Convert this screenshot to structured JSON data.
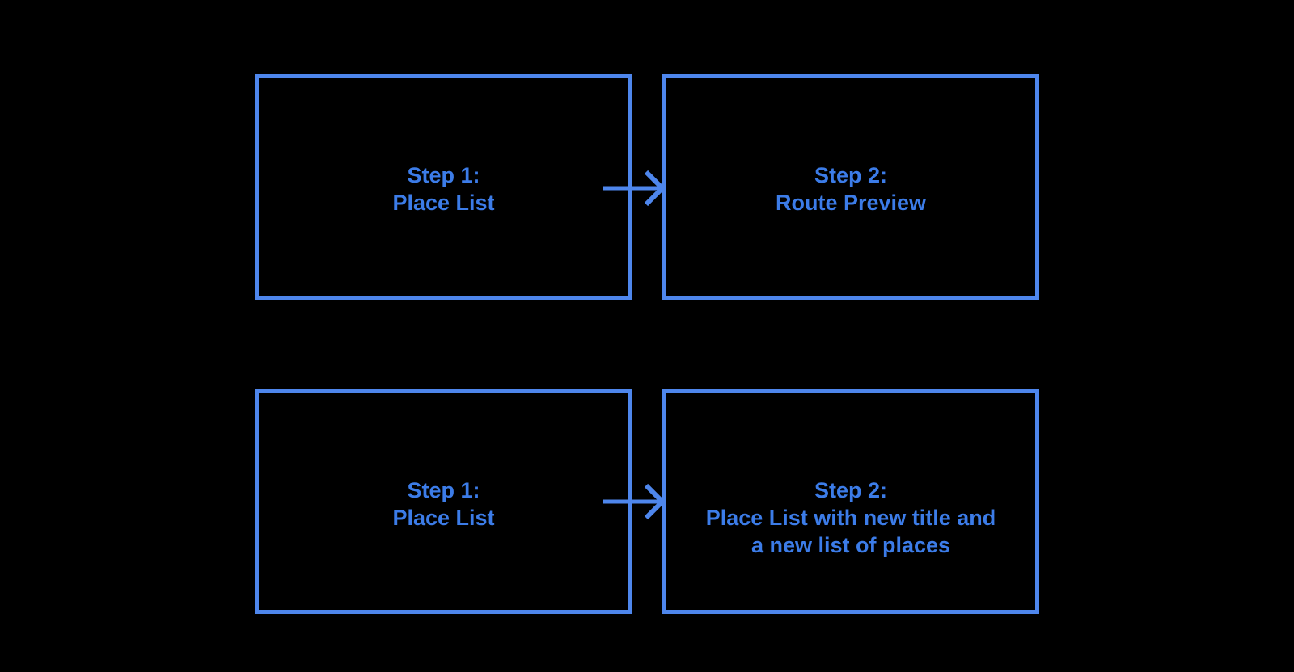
{
  "canvas": {
    "background_color": "#000000"
  },
  "colors": {
    "box_border": "#4e86ec",
    "box_text": "#3c7ce8",
    "arrow": "#4e86ec"
  },
  "diagram": {
    "boxes": [
      {
        "id": "step1-top",
        "lines": [
          "Step 1:",
          "Place List"
        ]
      },
      {
        "id": "step2-top",
        "lines": [
          "Step 2:",
          "Route Preview"
        ]
      },
      {
        "id": "step1-bottom",
        "lines": [
          "Step 1:",
          "Place List"
        ]
      },
      {
        "id": "step2-bottom",
        "lines": [
          "Step 2:",
          "Place List with new title and",
          "a new list of places"
        ]
      }
    ],
    "connectors": [
      {
        "from": "step1-top",
        "to": "step2-top",
        "direction": "right"
      },
      {
        "from": "step1-bottom",
        "to": "step2-bottom",
        "direction": "right"
      }
    ]
  }
}
